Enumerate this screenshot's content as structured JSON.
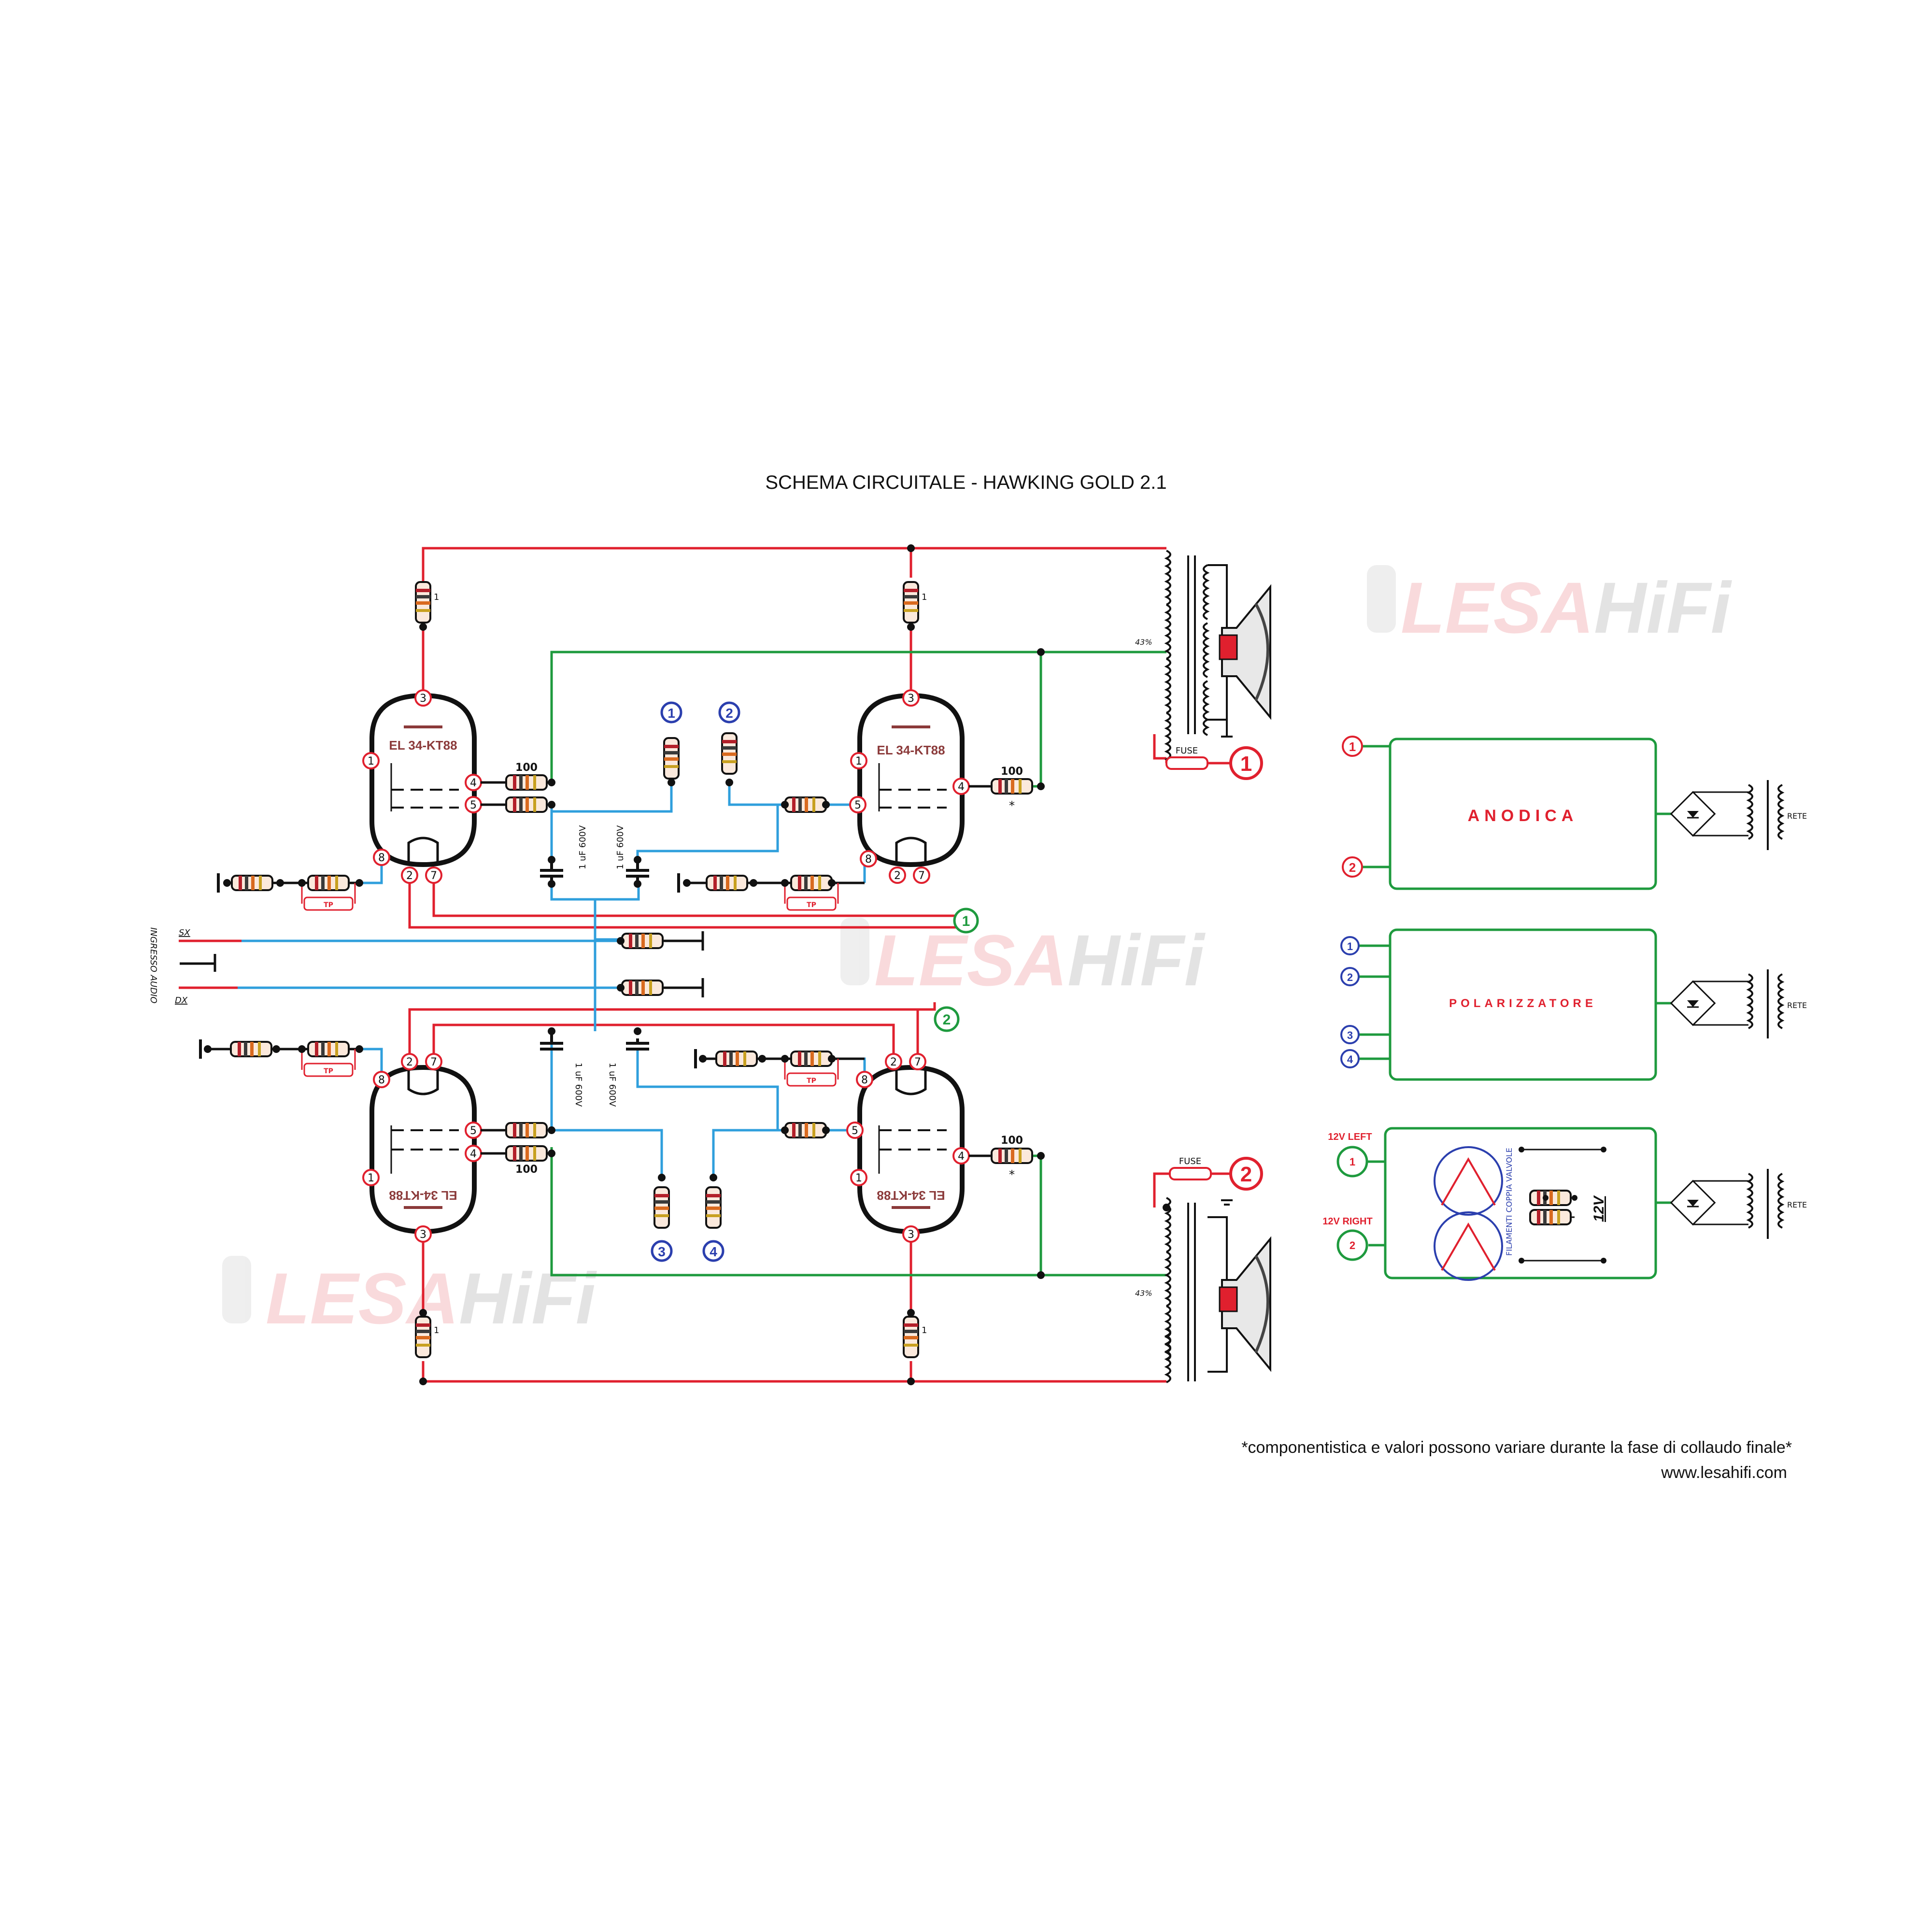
{
  "title": "SCHEMA CIRCUITALE - HAWKING GOLD 2.1",
  "footer": {
    "note": "*componentistica e valori possono variare durante la fase di collaudo finale*",
    "website": "www.lesahifi.com"
  },
  "watermark": {
    "part1": "LESA",
    "part2": "HiFi"
  },
  "tubes": {
    "top_left": "EL 34-KT88",
    "top_right": "EL 34-KT88",
    "bottom_left": "EL 34-KT88",
    "bottom_right": "EL 34-KT88"
  },
  "pins": {
    "p1": "1",
    "p2": "2",
    "p3": "3",
    "p4": "4",
    "p5": "5",
    "p7": "7",
    "p8": "8"
  },
  "resistor_values": {
    "plate": "1",
    "screen": "100",
    "asterisk": "*"
  },
  "tp_label": "TP",
  "capacitor_label": "1 uF 600V",
  "input": {
    "label": "INGRESSO AUDIO",
    "left": "SX",
    "right": "DX"
  },
  "output": {
    "fuse": "FUSE",
    "tap": "43%"
  },
  "connectors": {
    "one": "1",
    "two": "2",
    "three": "3",
    "four": "4"
  },
  "modules": {
    "anodica": "ANODICA",
    "polarizzatore": "POLARIZZATORE",
    "heater": {
      "left_label": "12V LEFT",
      "right_label": "12V RIGHT",
      "filament_text": "FILAMENTI COPPIA VALVOLE",
      "voltage": "12V"
    },
    "rete": "RETE"
  },
  "colors": {
    "red": "#e0202e",
    "green": "#1e9a3e",
    "blue": "#2f9fdc",
    "navy": "#2b3fae",
    "tube_label": "#8b3a3a",
    "text": "#111111"
  }
}
